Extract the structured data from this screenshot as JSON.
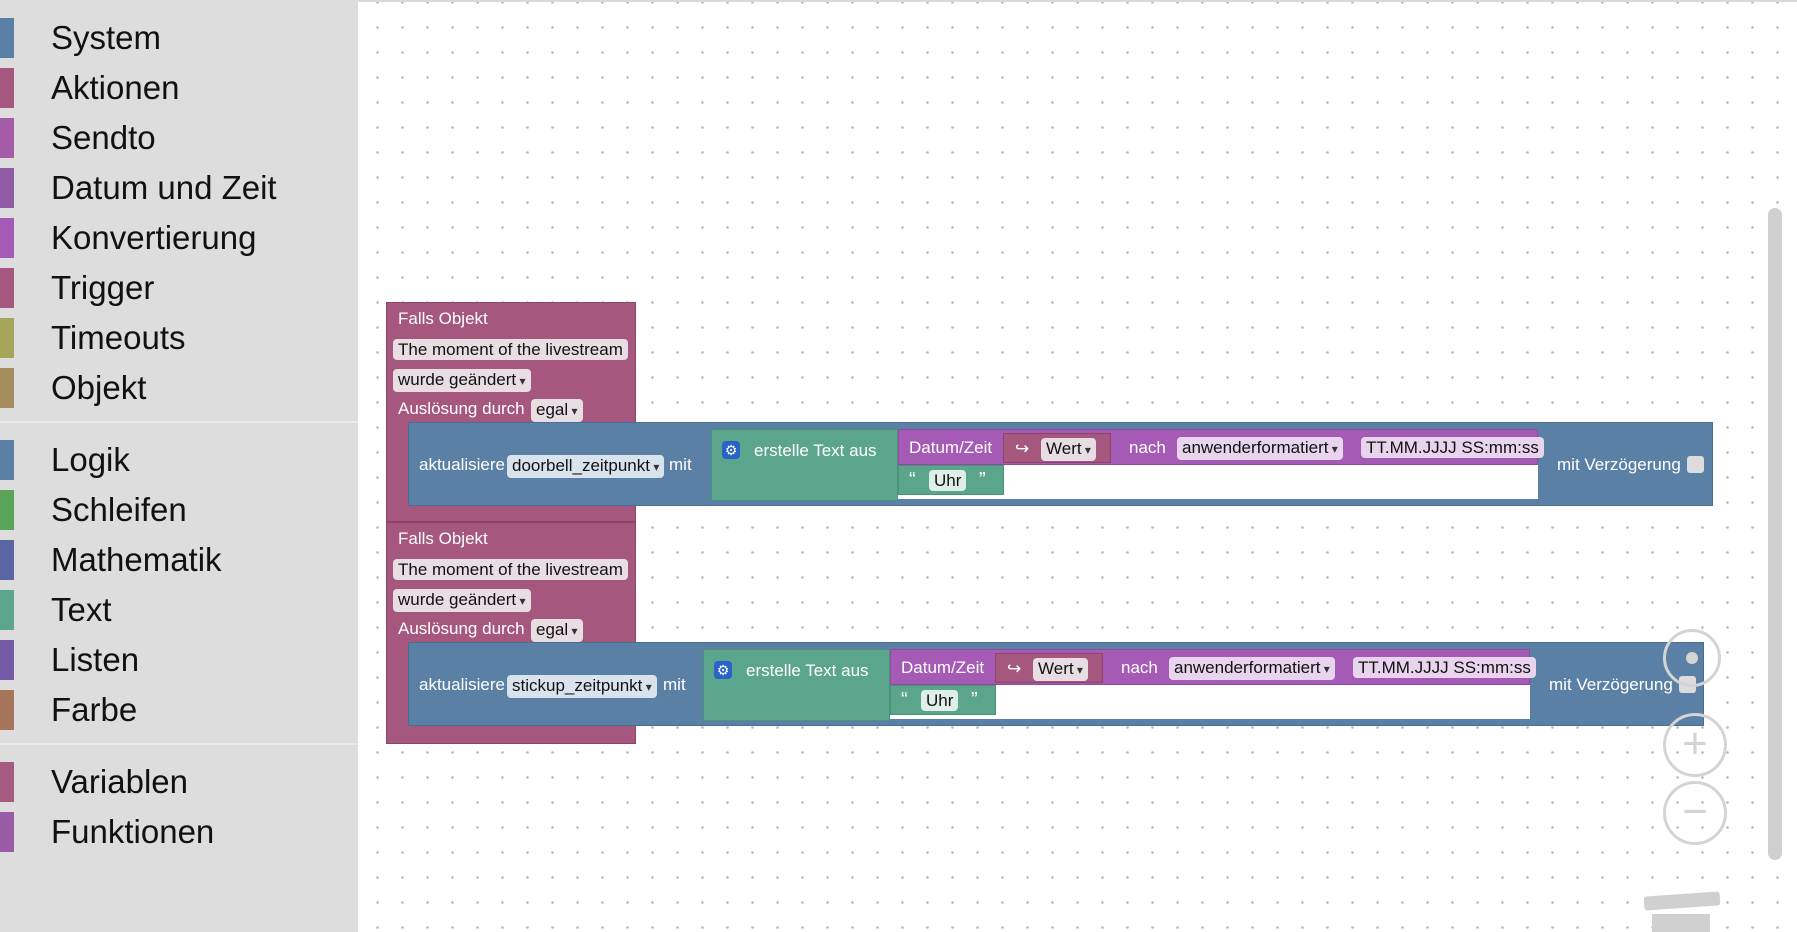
{
  "toolbox": {
    "categories": [
      {
        "label": "System",
        "color": "#5b80a5"
      },
      {
        "label": "Aktionen",
        "color": "#a5577e"
      },
      {
        "label": "Sendto",
        "color": "#a55ba5"
      },
      {
        "label": "Datum und Zeit",
        "color": "#8f5ba5"
      },
      {
        "label": "Konvertierung",
        "color": "#a55bb5"
      },
      {
        "label": "Trigger",
        "color": "#a5577e"
      },
      {
        "label": "Timeouts",
        "color": "#a5a55b"
      },
      {
        "label": "Objekt",
        "color": "#a58e5b"
      },
      {
        "label": "Logik",
        "color": "#5b80a5"
      },
      {
        "label": "Schleifen",
        "color": "#5ba55b"
      },
      {
        "label": "Mathematik",
        "color": "#5b67a5"
      },
      {
        "label": "Text",
        "color": "#5ba58c"
      },
      {
        "label": "Listen",
        "color": "#745ba5"
      },
      {
        "label": "Farbe",
        "color": "#a5745b"
      },
      {
        "label": "Variablen",
        "color": "#a55b80"
      },
      {
        "label": "Funktionen",
        "color": "#995ba5"
      }
    ]
  },
  "blocks": [
    {
      "trigger_title": "Falls Objekt",
      "object_name": "The moment of the livestream",
      "condition": "wurde geändert",
      "ausloesung_label": "Auslösung durch",
      "ausloesung_value": "egal",
      "update_label": "aktualisiere",
      "variable": "doorbell_zeitpunkt",
      "mit_label": "mit",
      "text_label": "erstelle Text aus",
      "datetime_label": "Datum/Zeit",
      "wert_label": "Wert",
      "nach_label": "nach",
      "format_mode": "anwenderformatiert",
      "format_value": "TT.MM.JJJJ SS:mm:ss",
      "uhr_text": "Uhr",
      "delay_label": "mit Verzögerung"
    },
    {
      "trigger_title": "Falls Objekt",
      "object_name": "The moment of the livestream",
      "condition": "wurde geändert",
      "ausloesung_label": "Auslösung durch",
      "ausloesung_value": "egal",
      "update_label": "aktualisiere",
      "variable": "stickup_zeitpunkt",
      "mit_label": "mit",
      "text_label": "erstelle Text aus",
      "datetime_label": "Datum/Zeit",
      "wert_label": "Wert",
      "nach_label": "nach",
      "format_mode": "anwenderformatiert",
      "format_value": "TT.MM.JJJJ SS:mm:ss",
      "uhr_text": "Uhr",
      "delay_label": "mit Verzögerung"
    }
  ],
  "icons": {
    "arrow": "↪",
    "gear": "⚙",
    "open_quote": "“",
    "close_quote": "”",
    "plus": "+",
    "minus": "−"
  }
}
